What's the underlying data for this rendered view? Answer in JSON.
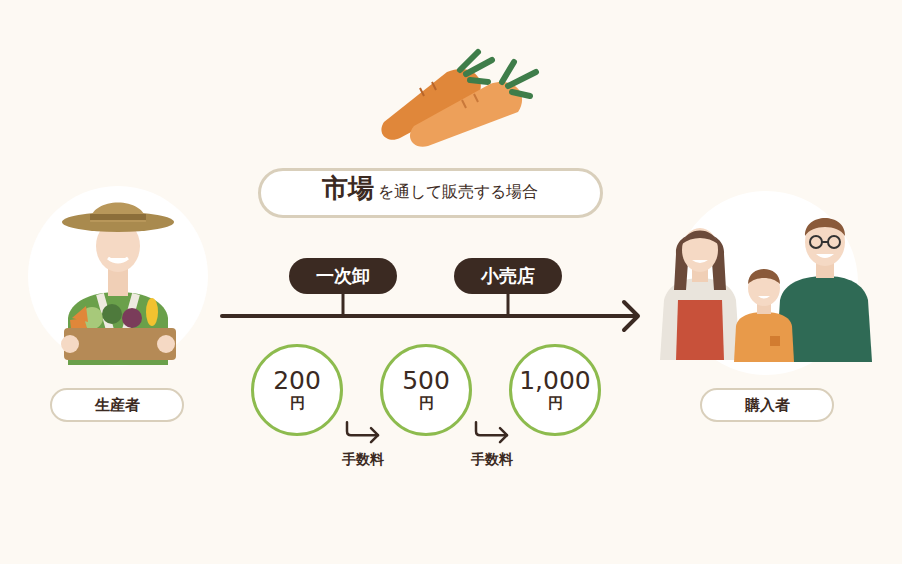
{
  "diagram": {
    "nodes": [
      {
        "text": [
          "市場",
          "を通して販売する場合"
        ]
      },
      {
        "text": [
          "一次卸"
        ]
      },
      {
        "text": [
          "小売店"
        ]
      },
      {
        "text": [
          "生産者"
        ]
      },
      {
        "text": [
          "購入者"
        ]
      },
      {
        "text": [
          "200",
          "円"
        ]
      },
      {
        "text": [
          "500",
          "円"
        ]
      },
      {
        "text": [
          "1,000",
          "円"
        ]
      }
    ],
    "edges": [
      {
        "from": 5,
        "to": 6,
        "label": "手数料",
        "arrow": "to"
      },
      {
        "from": 6,
        "to": 7,
        "label": "手数料",
        "arrow": "to"
      }
    ]
  }
}
